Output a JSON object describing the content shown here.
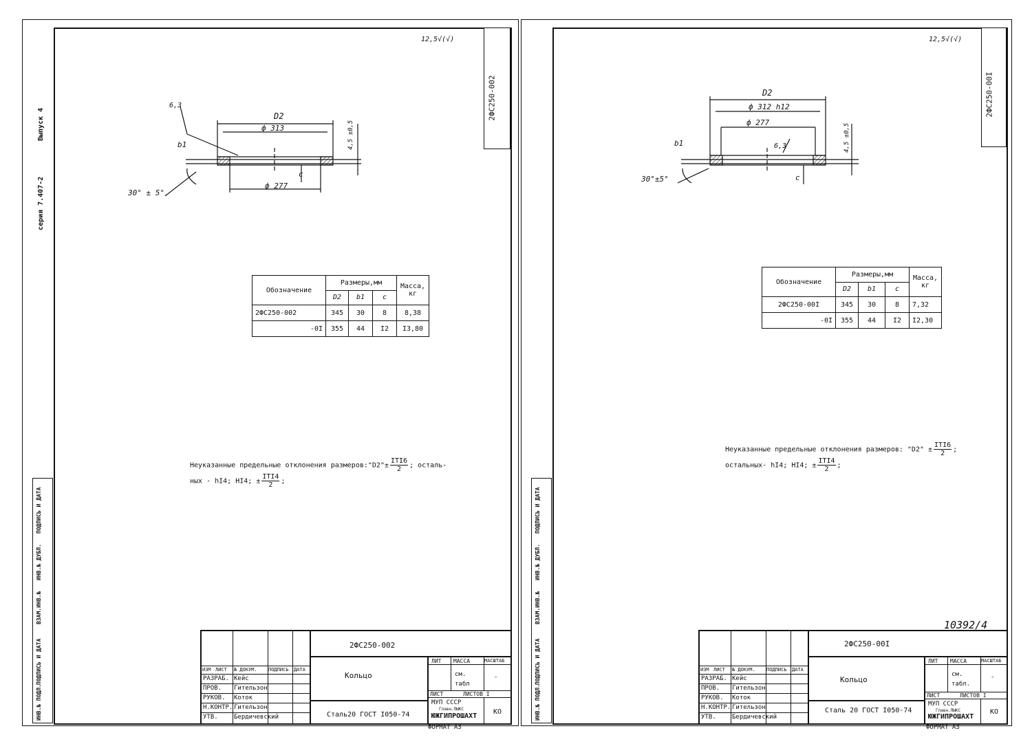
{
  "left_sheet": {
    "series_label": "серия 7.407-2",
    "issue_label": "Выпуск 4",
    "designation_code": "2ФС250-002",
    "roughness": "12,5",
    "drawing": {
      "roughness_mark": "6,3",
      "dim_d2": "D2",
      "dim_outer": "ф 313",
      "dim_inner": "ф 277",
      "dim_thickness": "4,5 ±0,5",
      "dim_b": "b1",
      "dim_c": "c",
      "angle": "30° ± 5°"
    },
    "table": {
      "col_designation": "Обозначение",
      "col_sizes": "Размеры,мм",
      "col_mass": "Масса, кг",
      "sub_d2": "D2",
      "sub_b1": "b1",
      "sub_c": "c",
      "rows": [
        {
          "designation": "2ФС250-002",
          "d2": "345",
          "b1": "30",
          "c": "8",
          "mass": "8,38"
        },
        {
          "designation": "-0I",
          "d2": "355",
          "b1": "44",
          "c": "I2",
          "mass": "I3,80"
        }
      ]
    },
    "note_line1_a": "Неуказанные предельные отклонения размеров:\"D2\"±",
    "note_frac1_n": "IТI6",
    "note_frac1_d": "2",
    "note_line1_b": "; осталь-",
    "note_line2_a": "ных - hI4; HI4; ±",
    "note_frac2_n": "IТI4",
    "note_frac2_d": "2",
    "note_line2_b": ";",
    "vertical_stamp": [
      "ИНВ.№ ПОДЛ.",
      "ПОДПИСЬ И ДАТА",
      "ВЗАМ.ИНВ.№",
      "ИНВ.№ ДУБЛ.",
      "ПОДПИСЬ И ДАТА"
    ],
    "title_block": {
      "code": "2ФС250-002",
      "name": "Кольцо",
      "material": "Сталь20 ГОСТ I050-74",
      "lit": "ЛИТ",
      "massa": "МАССА",
      "masshtab": "МАСШТАБ",
      "mass_value": "см. табл",
      "scale_value": "-",
      "list": "ЛИСТ",
      "listov": "ЛИСТОВ I",
      "org_ministry": "МУП СССР",
      "org_name": "ЮЖГИПРОШАХТ",
      "org_sub": "Главн.ПЫКС",
      "ko": "КО",
      "format": "ФОРМАТ А3",
      "header": [
        "ИЗМ",
        "ЛИСТ",
        "№ ДОКУМ.",
        "ПОДПИСЬ",
        "ДАТА"
      ],
      "roles": [
        {
          "role": "РАЗРАБ.",
          "name": "Кейс"
        },
        {
          "role": "ПРОВ.",
          "name": "Гительзон"
        },
        {
          "role": "РУКОВ.",
          "name": "Коток"
        },
        {
          "role": "Н.КОНТР.",
          "name": "Гительзон"
        },
        {
          "role": "УТВ.",
          "name": "Бердичевский"
        }
      ]
    }
  },
  "right_sheet": {
    "designation_code": "2ФС250-00I",
    "roughness": "12,5",
    "sheet_number": "10392/4",
    "drawing": {
      "roughness_mark": "6,3",
      "dim_d2": "D2",
      "dim_outer": "ф 312 h12",
      "dim_inner": "ф 277",
      "dim_thickness": "4,5 ±0,5",
      "dim_b": "b1",
      "dim_c": "c",
      "angle": "30°±5°"
    },
    "table": {
      "col_designation": "Обозначение",
      "col_sizes": "Размеры,мм",
      "col_mass": "Масса, кг",
      "sub_d2": "D2",
      "sub_b1": "b1",
      "sub_c": "c",
      "rows": [
        {
          "designation": "2ФС250-00I",
          "d2": "345",
          "b1": "30",
          "c": "8",
          "mass": "7,32"
        },
        {
          "designation": "-0I",
          "d2": "355",
          "b1": "44",
          "c": "I2",
          "mass": "I2,30"
        }
      ]
    },
    "note_line1_a": "Неуказанные предельные отклонения размеров: \"D2\" ±",
    "note_frac1_n": "IТI6",
    "note_frac1_d": "2",
    "note_line1_b": ";",
    "note_line2_a": "остальных- hI4; HI4; ±",
    "note_frac2_n": "IТI4",
    "note_frac2_d": "2",
    "note_line2_b": ";",
    "vertical_stamp": [
      "ИНВ.№ ПОДЛ.",
      "ПОДПИСЬ И ДАТА",
      "ВЗАМ.ИНВ.№",
      "ИНВ.№ ДУБЛ.",
      "ПОДПИСЬ И ДАТА"
    ],
    "title_block": {
      "code": "2ФС250-00I",
      "name": "Кольцо",
      "material": "Сталь 20 ГОСТ I050-74",
      "lit": "ЛИТ",
      "massa": "МАССА",
      "masshtab": "МАСШТАБ",
      "mass_value": "см. табл.",
      "scale_value": "-",
      "list": "ЛИСТ",
      "listov": "ЛИСТОВ I",
      "org_ministry": "МУП СССР",
      "org_name": "ЮЖГИПРОШАХТ",
      "org_sub": "Главн.ПЫКС",
      "ko": "КО",
      "format": "ФОРМАТ А3",
      "header": [
        "ИЗМ",
        "ЛИСТ",
        "№ ДОКУМ.",
        "ПОДПИСЬ",
        "ДАТА"
      ],
      "roles": [
        {
          "role": "РАЗРАБ.",
          "name": "Кейс"
        },
        {
          "role": "ПРОВ.",
          "name": "Гительзон"
        },
        {
          "role": "РУКОВ.",
          "name": "Коток"
        },
        {
          "role": "Н.КОНТР.",
          "name": "Гительзон"
        },
        {
          "role": "УТВ.",
          "name": "Бердичевский"
        }
      ]
    }
  }
}
